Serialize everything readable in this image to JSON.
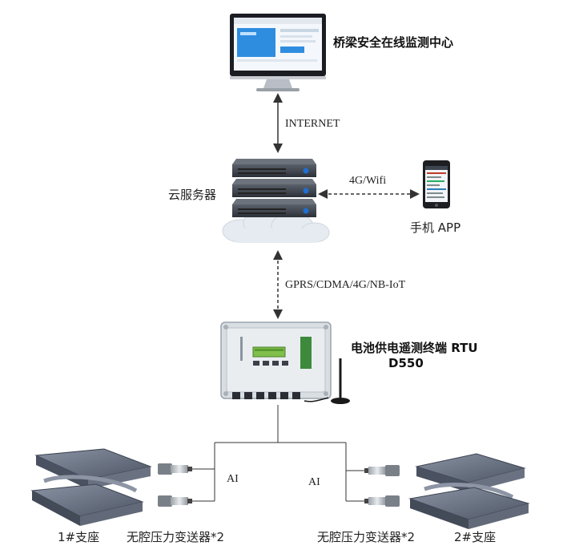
{
  "monitor_center": {
    "label": "桥梁安全在线监测中心"
  },
  "links": {
    "internet": "INTERNET",
    "wifi": "4G/Wifi",
    "cellular": "GPRS/CDMA/4G/NB-IoT",
    "ai_left": "AI",
    "ai_right": "AI"
  },
  "cloud_server": {
    "label": "云服务器"
  },
  "phone": {
    "label": "手机 APP"
  },
  "rtu": {
    "title": "电池供电遥测终端 RTU",
    "model": "D550"
  },
  "left": {
    "bearing": "1#支座",
    "transmitter": "无腔压力变送器*2"
  },
  "right": {
    "bearing": "2#支座",
    "transmitter": "无腔压力变送器*2"
  },
  "colors": {
    "screen_blue": "#2f8de0",
    "server_dark": "#3a3f48",
    "led_blue": "#1e6fd0",
    "line": "#333333"
  }
}
